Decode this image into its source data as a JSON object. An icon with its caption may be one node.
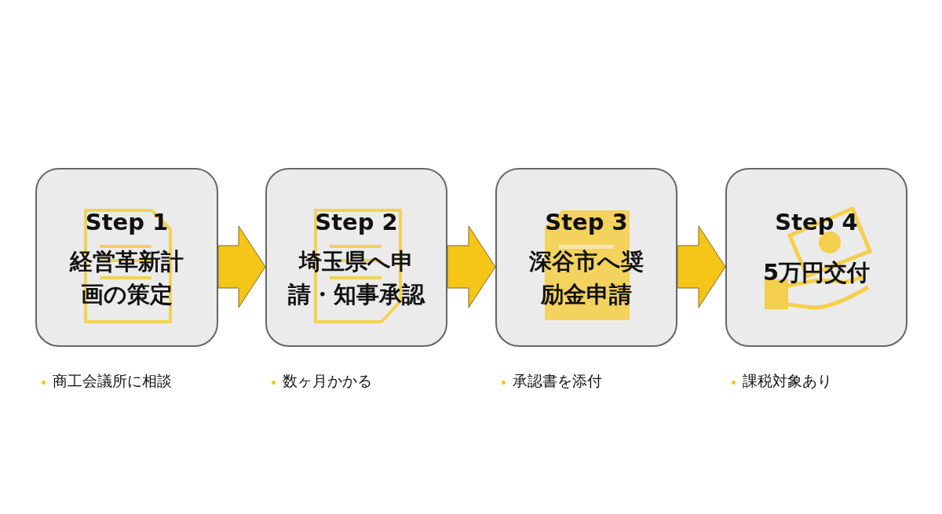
{
  "diagram": {
    "nodes": [
      {
        "text": [
          "Step 1",
          "経営革新計画の策定"
        ],
        "beside": [
          "商工会議所に相談"
        ]
      },
      {
        "text": [
          "Step 2",
          "埼玉県へ申請・知事承認"
        ],
        "beside": [
          "数ヶ月かかる"
        ]
      },
      {
        "text": [
          "Step 3",
          "深谷市へ奨励金申請"
        ],
        "beside": [
          "承認書を添付"
        ]
      },
      {
        "text": [
          "Step 4",
          "5万円交付"
        ],
        "beside": [
          "課税対象あり"
        ]
      }
    ],
    "edges": [
      {
        "from": 0,
        "to": 1,
        "arrow": "to"
      },
      {
        "from": 1,
        "to": 2,
        "arrow": "to"
      },
      {
        "from": 2,
        "to": 3,
        "arrow": "to"
      }
    ]
  }
}
